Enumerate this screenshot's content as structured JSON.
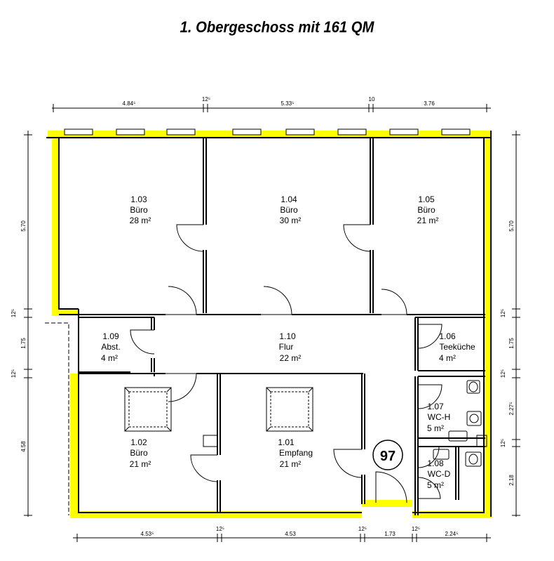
{
  "title": "1. Obergeschoss mit 161 QM",
  "rooms": [
    {
      "number": "1.03",
      "type": "Büro",
      "area": "28 m²"
    },
    {
      "number": "1.04",
      "type": "Büro",
      "area": "30 m²"
    },
    {
      "number": "1.05",
      "type": "Büro",
      "area": "21 m²"
    },
    {
      "number": "1.09",
      "type": "Abst.",
      "area": "4 m²"
    },
    {
      "number": "1.10",
      "type": "Flur",
      "area": "22 m²"
    },
    {
      "number": "1.06",
      "type": "Teeküche",
      "area": "4 m²"
    },
    {
      "number": "1.02",
      "type": "Büro",
      "area": "21 m²"
    },
    {
      "number": "1.01",
      "type": "Empfang",
      "area": "21 m²"
    },
    {
      "number": "1.07",
      "type": "WC-H",
      "area": "5 m²"
    },
    {
      "number": "1.08",
      "type": "WC-D",
      "area": "5 m²"
    }
  ],
  "badge": "97",
  "dimensions": {
    "top": [
      "4.84⁵",
      "12⁵",
      "5.33⁵",
      "10",
      "3.76"
    ],
    "bottom": [
      "4.53⁵",
      "12⁵",
      "4.53",
      "12⁵",
      "1.73",
      "12⁵",
      "2.24⁵"
    ],
    "left": [
      "5.70",
      "12⁵",
      "1.75",
      "12⁵",
      "4.58"
    ],
    "right": [
      "5.70",
      "12⁵",
      "1.75",
      "12⁵",
      "2.27⁵",
      "12⁵",
      "2.18"
    ]
  },
  "colors": {
    "outline_highlight": "#ffff00",
    "wall": "#000000"
  }
}
